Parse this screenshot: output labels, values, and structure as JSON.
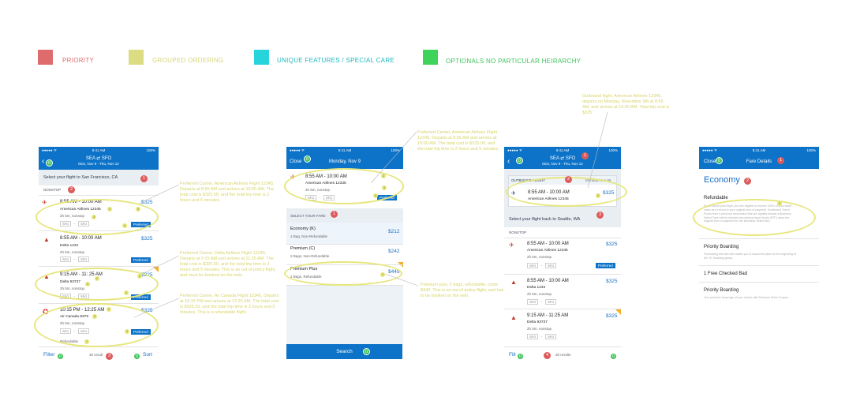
{
  "legend": [
    {
      "label": "PRIORITY",
      "color": "#de6c6c"
    },
    {
      "label": "GROUPED ORDERING",
      "color": "#dcdc82"
    },
    {
      "label": "UNIQUE FEATURES / SPECIAL CARE",
      "color": "#28d4dc"
    },
    {
      "label": "OPTIONALS NO PARTICULAR HEIRARCHY",
      "color": "#3ed35a"
    }
  ],
  "status": {
    "carrier": "●●●●● ᯤ",
    "time": "9:41 AM",
    "battery": "100%"
  },
  "screen1": {
    "route": "SEA ⇄ SFO",
    "dates": "Mon, Nov 9 - Thu, Nov 12",
    "select_prompt": "Select your flight to",
    "destination": "San Francisco, CA",
    "section": "NONSTOP",
    "flights": [
      {
        "time": "8:55 AM - 10:00 AM",
        "airline": "American Airlines 12345",
        "duration": "2h 5m, nonstop",
        "price": "$325",
        "from": "SFO",
        "to": "SFO",
        "tag": "Preferred"
      },
      {
        "time": "8:55 AM - 10:00 AM",
        "airline": "Delta 1234",
        "duration": "2h 5m, nonstop",
        "price": "$325",
        "from": "SFO",
        "to": "SFO",
        "tag": "Preferred"
      },
      {
        "time": "9:15 AM - 11: 25 AM",
        "airline": "Delta 93737",
        "duration": "2h 5m, nonstop",
        "price": "$325",
        "from": "SFO",
        "to": "SFO",
        "tag": "Preferred"
      },
      {
        "time": "10:15 PM - 12:25 AM",
        "airline": "Air Canada 8379",
        "duration": "2h 5m, nonstop",
        "price": "$325",
        "from": "SFO",
        "to": "SFO",
        "tag": "Preferred",
        "note": "Refundable"
      }
    ],
    "filter": "Filter",
    "results": "30 result",
    "sort": "Sort"
  },
  "screen2": {
    "close": "Close",
    "date": "Monday, Nov 9",
    "flight": {
      "time": "8:55 AM - 10:00 AM",
      "airline": "American Airlines 12345",
      "duration": "2h 5m, nonstop",
      "from": "SFO",
      "to": "SFO",
      "tag": "Preferred"
    },
    "fare_header": "SELECT YOUR FARE",
    "fares": [
      {
        "name": "Economy (K)",
        "detail": "1 Bag, Non-Refundable",
        "price": "$212"
      },
      {
        "name": "Premium (C)",
        "detail": "2 Bags, Non-Refundable",
        "price": "$242"
      },
      {
        "name": "Premium Plus",
        "detail": "2 Bags, Refundable",
        "price": "$445"
      }
    ],
    "search": "Search"
  },
  "screen3": {
    "route": "SEA ⇄ SFO",
    "dates": "Mon, Nov 9 - Thu, Nov 12",
    "outbound_label": "OUTBOUND FLIGHT",
    "outbound_date": "Monday, Nov 09",
    "outbound": {
      "time": "8:55 AM - 10:00 AM",
      "airline": "American Airlines 12345",
      "price": "$325"
    },
    "return_prompt": "Select your flight back to Seattle, WA",
    "section": "NONSTOP",
    "flights": [
      {
        "time": "8:55 AM - 10:00 AM",
        "airline": "American Airlines 12345",
        "duration": "2h 5m, nonstop",
        "price": "$325",
        "from": "SFO",
        "to": "SFO",
        "tag": "Preferred"
      },
      {
        "time": "8:55 AM - 10:00 AM",
        "airline": "Delta 1234",
        "duration": "2h 5m, nonstop",
        "price": "$325",
        "from": "SFO",
        "to": "SFO"
      },
      {
        "time": "9:15 AM - 11:25 AM",
        "airline": "Delta 93737",
        "duration": "2h 5m, nonstop",
        "price": "$325",
        "from": "SFO",
        "to": "SFO"
      }
    ],
    "filter": "Filt",
    "results": "30 results"
  },
  "screen4": {
    "close": "Close",
    "title": "Fare Details",
    "fare": "Economy",
    "refundable_title": "Refundable",
    "refundable_body": "If you cancel your flight, you are eligible to receive 100% of your ticket value as a refund to your original form of payment. Southwest Travel Funds from a previous reservation that are applied toward a Business Select Fare will be refunded as residual travel funds (RTF) since the original form of payment for the Business Select fare.",
    "boarding_title": "Priority Boarding",
    "boarding_body": "Purchasing this fare will enable you to board the plane at the beginning of the \"A\" boarding group.",
    "bag_title": "1 Free Checked Bad",
    "boarding2_title": "Priority Boarding",
    "boarding2_body": "One premium beverage of your choice with Premium Drink Coupon."
  },
  "annotations": {
    "a1": "Preferred Carrier, American Airlines Flight 12345, Departs at 8:55 AM and arrives at 10:00 AM. The total cost is $325.00, and the total trip time is 2 hours and 5 minutes.",
    "a2": "Preferred Carrier, Delta Airlines Flight 12345, Departs at 9:15 AM and arrives at 11:25 AM. The total cost is $325.00, and the total trip time is 2 hours and 5 minutes. This is an out of policy flight, and must be booked on the web.",
    "a3": "Preferred Carrier, Air Canada Flight 12345, Departs at 10:15 PM and arrives at 12:25 AM. The total cost is $325.00, and the total trip time is 2 hours and 5 minutes. This is a refundable flight.",
    "a4": "Preferred Carrier, American Airlines Flight 12345, Departs at 8:55 AM and arrives at 10:00 AM. The total cost is $325.00, and the total trip time is 2 hours and 5 minutes.",
    "a5": "Premium plus, 2 bags, refundable, costs $442. This is an out of policy flight, and has to be booked on the web.",
    "a6": "Outbound flight, American Airlines 12345, departs on Monday, November 9th at 8:55 AM, and arrives at 10:00 AM. Total trip cost is $325"
  },
  "badges": {
    "b0": "0",
    "b1": "1",
    "b2": "2",
    "b3": "3",
    "b4": "4",
    "b5": "5",
    "b7": "7"
  }
}
